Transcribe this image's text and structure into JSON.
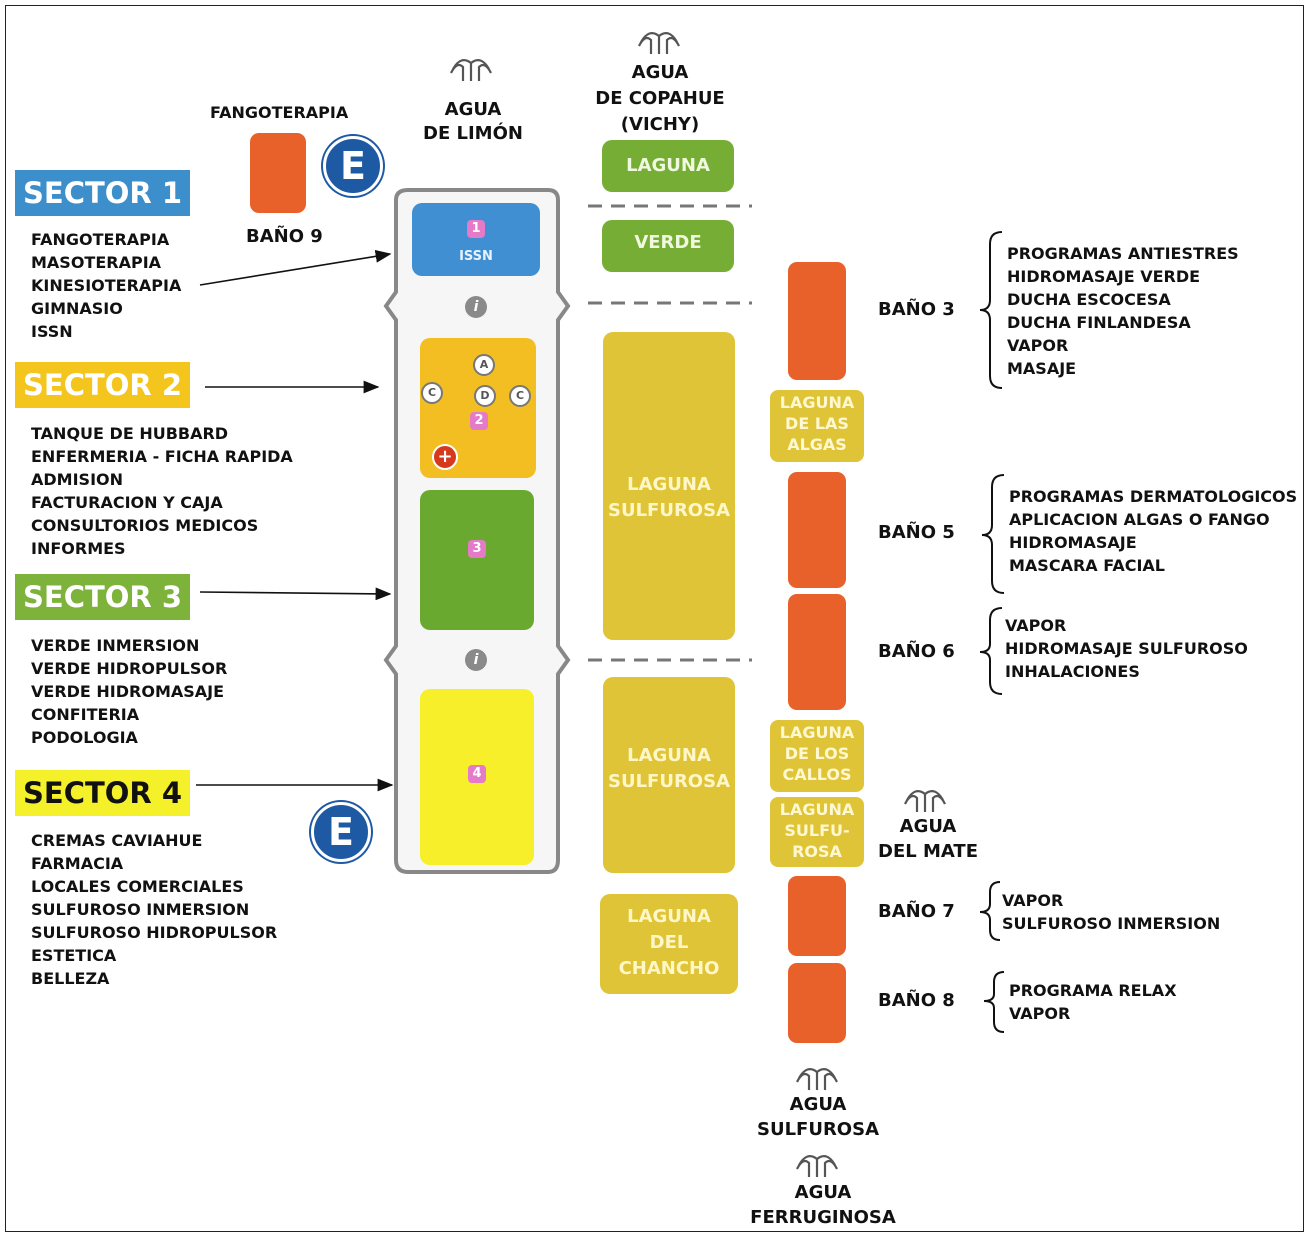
{
  "header": {
    "fangoterapia": "FANGOTERAPIA",
    "bano9": "BAÑO 9",
    "entrance_top": "E",
    "entrance_bottom": "E"
  },
  "springs": {
    "limon": [
      "AGUA",
      "DE LIMÓN"
    ],
    "copahue": [
      "AGUA",
      "DE COPAHUE",
      "(VICHY)"
    ],
    "mate": [
      "AGUA",
      "DEL MATE"
    ],
    "sulfurosa": [
      "AGUA",
      "SULFUROSA"
    ],
    "ferruginosa": [
      "AGUA",
      "FERRUGINOSA"
    ]
  },
  "sectors": [
    {
      "title": "SECTOR 1",
      "color": "#3d8fcc",
      "text_color": "#ffffff",
      "items": [
        "FANGOTERAPIA",
        "MASOTERAPIA",
        "KINESIOTERAPIA",
        "GIMNASIO",
        "ISSN"
      ]
    },
    {
      "title": "SECTOR 2",
      "color": "#f4c51d",
      "text_color": "#ffffff",
      "items": [
        "TANQUE DE HUBBARD",
        "ENFERMERIA - FICHA RAPIDA",
        "ADMISION",
        "FACTURACION Y CAJA",
        "CONSULTORIOS  MEDICOS",
        "INFORMES"
      ]
    },
    {
      "title": "SECTOR 3",
      "color": "#7db33a",
      "text_color": "#ffffff",
      "items": [
        "VERDE INMERSION",
        "VERDE HIDROPULSOR",
        "VERDE HIDROMASAJE",
        "CONFITERIA",
        "PODOLOGIA"
      ]
    },
    {
      "title": "SECTOR 4",
      "color": "#f4f02a",
      "text_color": "#111111",
      "items": [
        "CREMAS CAVIAHUE",
        "FARMACIA",
        "LOCALES COMERCIALES",
        "SULFUROSO INMERSION",
        "SULFUROSO HIDROPULSOR",
        "ESTETICA",
        "BELLEZA"
      ]
    }
  ],
  "building": {
    "block1_number": "1",
    "block1_label": "ISSN",
    "block2_number": "2",
    "block3_number": "3",
    "block4_number": "4",
    "markers": {
      "a": "A",
      "c1": "C",
      "d": "D",
      "c2": "C"
    },
    "info": "i",
    "first_aid": "+"
  },
  "lagoons": {
    "laguna": "LAGUNA",
    "verde": "VERDE",
    "sulfurosa_1": [
      "LAGUNA",
      "SULFUROSA"
    ],
    "sulfurosa_2": [
      "LAGUNA",
      "SULFUROSA"
    ],
    "chancho": [
      "LAGUNA",
      "DEL",
      "CHANCHO"
    ],
    "algas": [
      "LAGUNA",
      "DE LAS",
      "ALGAS"
    ],
    "callos": [
      "LAGUNA",
      "DE LOS",
      "CALLOS"
    ],
    "sulfu": [
      "LAGUNA",
      "SULFU-",
      "ROSA"
    ]
  },
  "baths": [
    {
      "name": "BAÑO 3",
      "services": [
        "PROGRAMAS ANTIESTRES",
        "HIDROMASAJE VERDE",
        "DUCHA ESCOCESA",
        "DUCHA FINLANDESA",
        "VAPOR",
        "MASAJE"
      ]
    },
    {
      "name": "BAÑO 5",
      "services": [
        "PROGRAMAS DERMATOLOGICOS",
        "APLICACION ALGAS O FANGO",
        "HIDROMASAJE",
        "MASCARA FACIAL"
      ]
    },
    {
      "name": "BAÑO 6",
      "services": [
        "VAPOR",
        "HIDROMASAJE SULFUROSO",
        "INHALACIONES"
      ]
    },
    {
      "name": "BAÑO 7",
      "services": [
        "VAPOR",
        "SULFUROSO INMERSION"
      ]
    },
    {
      "name": "BAÑO 8",
      "services": [
        "PROGRAMA RELAX",
        "VAPOR"
      ]
    }
  ],
  "colors": {
    "bath": "#e8602a",
    "lagoon_green": "#76ad34",
    "lagoon_yellow": "#e0c437",
    "block_blue": "#3f8fd2",
    "block_orange": "#f2be22",
    "block_green": "#6aa92f",
    "block_yellow": "#f6ef2a"
  }
}
